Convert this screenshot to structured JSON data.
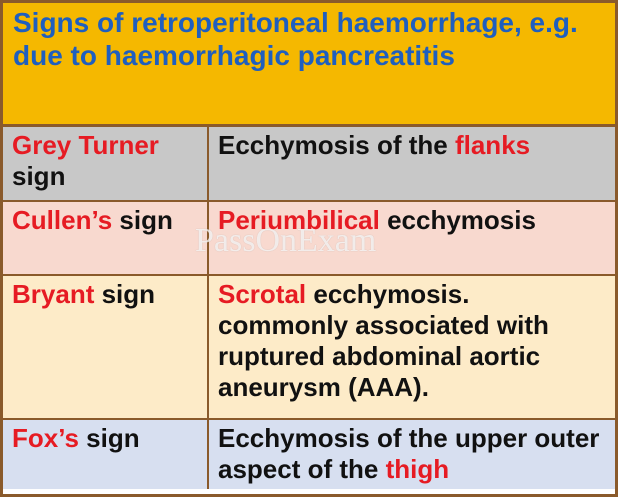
{
  "title": "Signs of retroperitoneal haemorrhage, e.g. due to haemorrhagic pancreatitis",
  "rows": [
    {
      "sign": [
        {
          "text": "Grey Turner",
          "red": true
        },
        {
          "text": " sign",
          "red": false
        }
      ],
      "desc": [
        {
          "text": " Ecchymosis of the ",
          "red": false
        },
        {
          "text": "flanks",
          "red": true
        }
      ],
      "bg": "#c8c8c8"
    },
    {
      "sign": [
        {
          "text": "Cullen’s",
          "red": true
        },
        {
          "text": " sign",
          "red": false
        }
      ],
      "desc": [
        {
          "text": "Periumbilical",
          "red": true
        },
        {
          "text": " ecchymosis",
          "red": false
        }
      ],
      "bg": "#f8d9cf"
    },
    {
      "sign": [
        {
          "text": "Bryant",
          "red": true
        },
        {
          "text": " sign",
          "red": false
        }
      ],
      "desc": [
        {
          "text": "Scrotal",
          "red": true
        },
        {
          "text": " ecchymosis. commonly associated with ruptured abdominal aortic aneurysm (AAA).",
          "red": false
        }
      ],
      "bg": "#fdebc8"
    },
    {
      "sign": [
        {
          "text": "Fox’s",
          "red": true
        },
        {
          "text": " sign",
          "red": false
        }
      ],
      "desc": [
        {
          "text": "Ecchymosis of the upper outer aspect of the ",
          "red": false
        },
        {
          "text": "thigh",
          "red": true
        }
      ],
      "bg": "#d7dff0"
    }
  ],
  "watermark": "PassOnExam",
  "colors": {
    "title_bg": "#f5b800",
    "title_text": "#1f5fbf",
    "highlight_red": "#e61b23",
    "border": "#8a5a2b"
  }
}
